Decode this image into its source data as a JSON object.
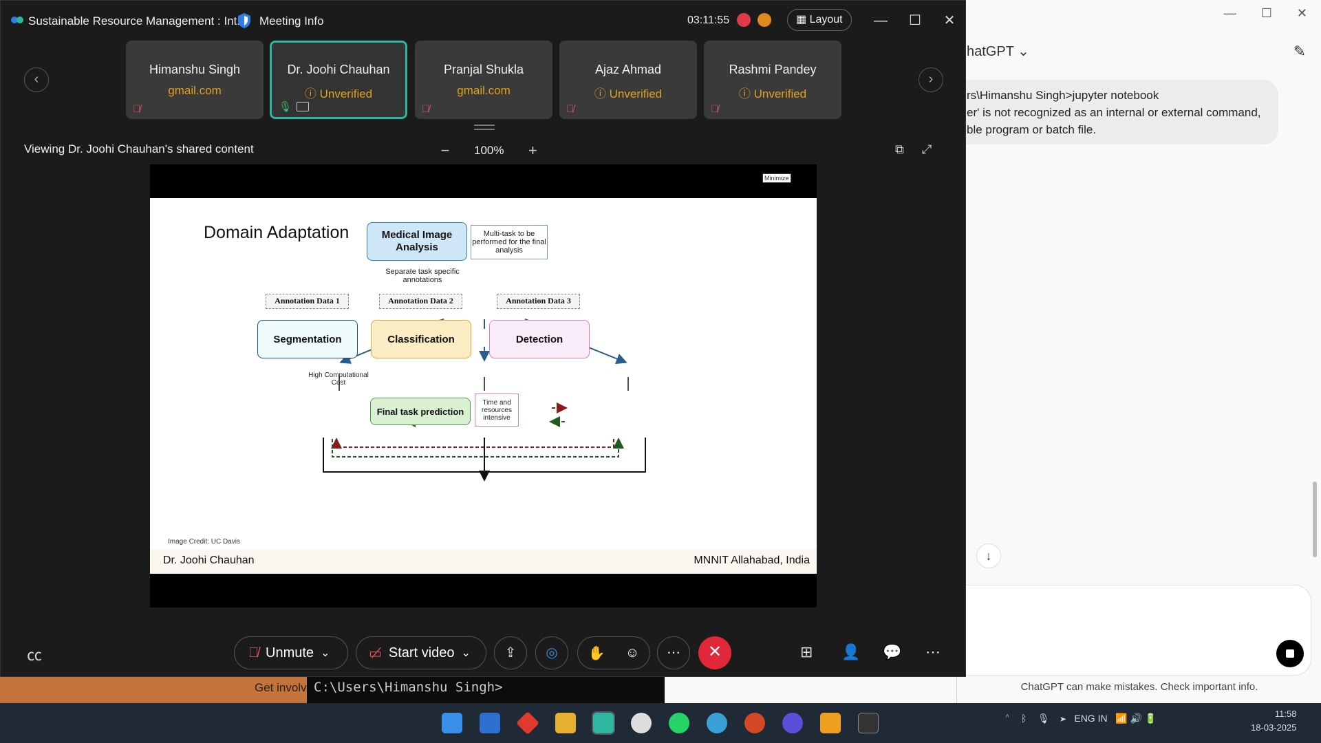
{
  "webex": {
    "title": "Sustainable Resource Management : Int...",
    "meeting_info": "Meeting Info",
    "timer": "03:11:55",
    "layout_label": "Layout",
    "participants": [
      {
        "name": "Himanshu Singh",
        "sub": "gmail.com",
        "active": false
      },
      {
        "name": "Dr. Joohi Chauhan",
        "sub": "Unverified",
        "active": true
      },
      {
        "name": "Pranjal Shukla",
        "sub": "gmail.com",
        "active": false
      },
      {
        "name": "Ajaz Ahmad",
        "sub": "Unverified",
        "active": false
      },
      {
        "name": "Rashmi Pandey",
        "sub": "Unverified",
        "active": false
      }
    ],
    "viewing": "Viewing Dr. Joohi Chauhan's shared content",
    "zoom": "100%",
    "controls": {
      "unmute": "Unmute",
      "start_video": "Start video"
    }
  },
  "slide": {
    "minimize_tag": "Minimize",
    "title": "Domain Adaptation",
    "top_box": "Medical Image Analysis",
    "top_note": "Multi-task to be performed for the final analysis",
    "separate": "Separate task specific annotations",
    "annotations": [
      "Annotation Data 1",
      "Annotation Data 2",
      "Annotation Data 3"
    ],
    "tasks": [
      "Segmentation",
      "Classification",
      "Detection"
    ],
    "high_cost": "High Computational Cost",
    "final": "Final task prediction",
    "final_note": "Time and resources intensive",
    "credit": "Image Credit: UC Davis",
    "footer_left": "Dr. Joohi Chauhan",
    "footer_right": "MNNIT Allahabad, India"
  },
  "chatgpt": {
    "model": "hatGPT",
    "message_lines": [
      "rs\\Himanshu Singh>jupyter notebook",
      "er' is not recognized as an internal or external command,",
      "ble program or batch file."
    ],
    "disclaimer": "ChatGPT can make mistakes. Check important info."
  },
  "terminal": {
    "prompt": "C:\\Users\\Himanshu Singh>"
  },
  "background_text": "Get involv",
  "tray": {
    "lang": "ENG",
    "region": "IN",
    "time": "11:58",
    "date": "18-03-2025"
  },
  "colors": {
    "accent": "#2fb6a0",
    "warning": "#e0a11b",
    "end_call": "#e0283a"
  }
}
